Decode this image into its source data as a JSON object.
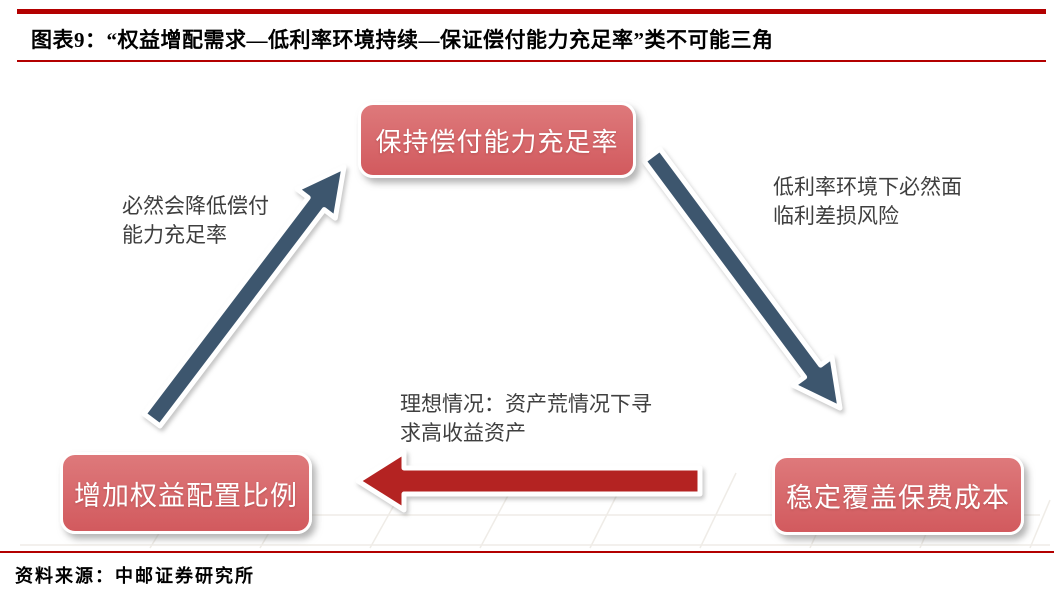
{
  "header": {
    "title": "图表9：“权益增配需求—低利率环境持续—保证偿付能力充足率”类不可能三角"
  },
  "diagram": {
    "type": "cycle-diagram",
    "nodes": {
      "top": "保持偿付能力充足率",
      "bottom_left": "增加权益配置比例",
      "bottom_right": "稳定覆盖保费成本"
    },
    "edge_labels": {
      "left": [
        "必然会降低偿付",
        "能力充足率"
      ],
      "right": [
        "低利率环境下必然面",
        "临利差损风险"
      ],
      "bottom": [
        "理想情况：资产荒情况下寻",
        "求高收益资产"
      ]
    },
    "edges": [
      {
        "from": "bottom_left",
        "to": "top",
        "color": "blue"
      },
      {
        "from": "top",
        "to": "bottom_right",
        "color": "blue"
      },
      {
        "from": "bottom_right",
        "to": "bottom_left",
        "color": "red"
      }
    ]
  },
  "footer": {
    "source": "资料来源：中邮证券研究所"
  },
  "colors": {
    "accent_red": "#b30000",
    "node_fill": "#d96a6d",
    "node_text": "#ffffff",
    "arrow_blue": "#3d566e",
    "arrow_red": "#b42322",
    "label_text": "#3f3f3f"
  }
}
